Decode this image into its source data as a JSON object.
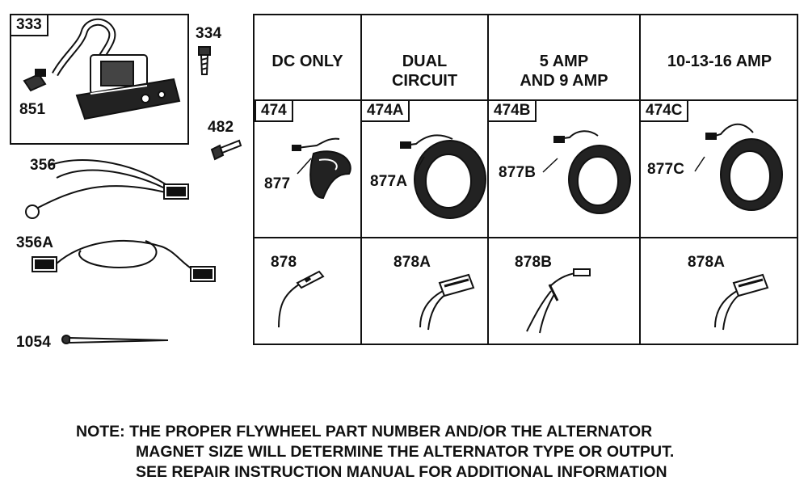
{
  "left_parts": {
    "box_333": "333",
    "p334": "334",
    "p851": "851",
    "p482": "482",
    "p356": "356",
    "p356a": "356A",
    "p1054": "1054"
  },
  "table": {
    "headers": [
      {
        "line1": "",
        "line2": "DC ONLY"
      },
      {
        "line1": "DUAL",
        "line2": "CIRCUIT"
      },
      {
        "line1": "5 AMP",
        "line2": "AND 9 AMP"
      },
      {
        "line1": "",
        "line2": "10-13-16 AMP"
      }
    ],
    "alternator_tags": [
      "474",
      "474A",
      "474B",
      "474C"
    ],
    "stator_parts": [
      "877",
      "877A",
      "877B",
      "877C"
    ],
    "harness_parts": [
      "878",
      "878A",
      "878B",
      "878A"
    ]
  },
  "note": {
    "line1": "NOTE: THE PROPER FLYWHEEL PART NUMBER AND/OR THE ALTERNATOR",
    "line2": "MAGNET SIZE WILL DETERMINE THE ALTERNATOR TYPE OR OUTPUT.",
    "line3": "SEE REPAIR INSTRUCTION MANUAL FOR ADDITIONAL INFORMATION"
  }
}
